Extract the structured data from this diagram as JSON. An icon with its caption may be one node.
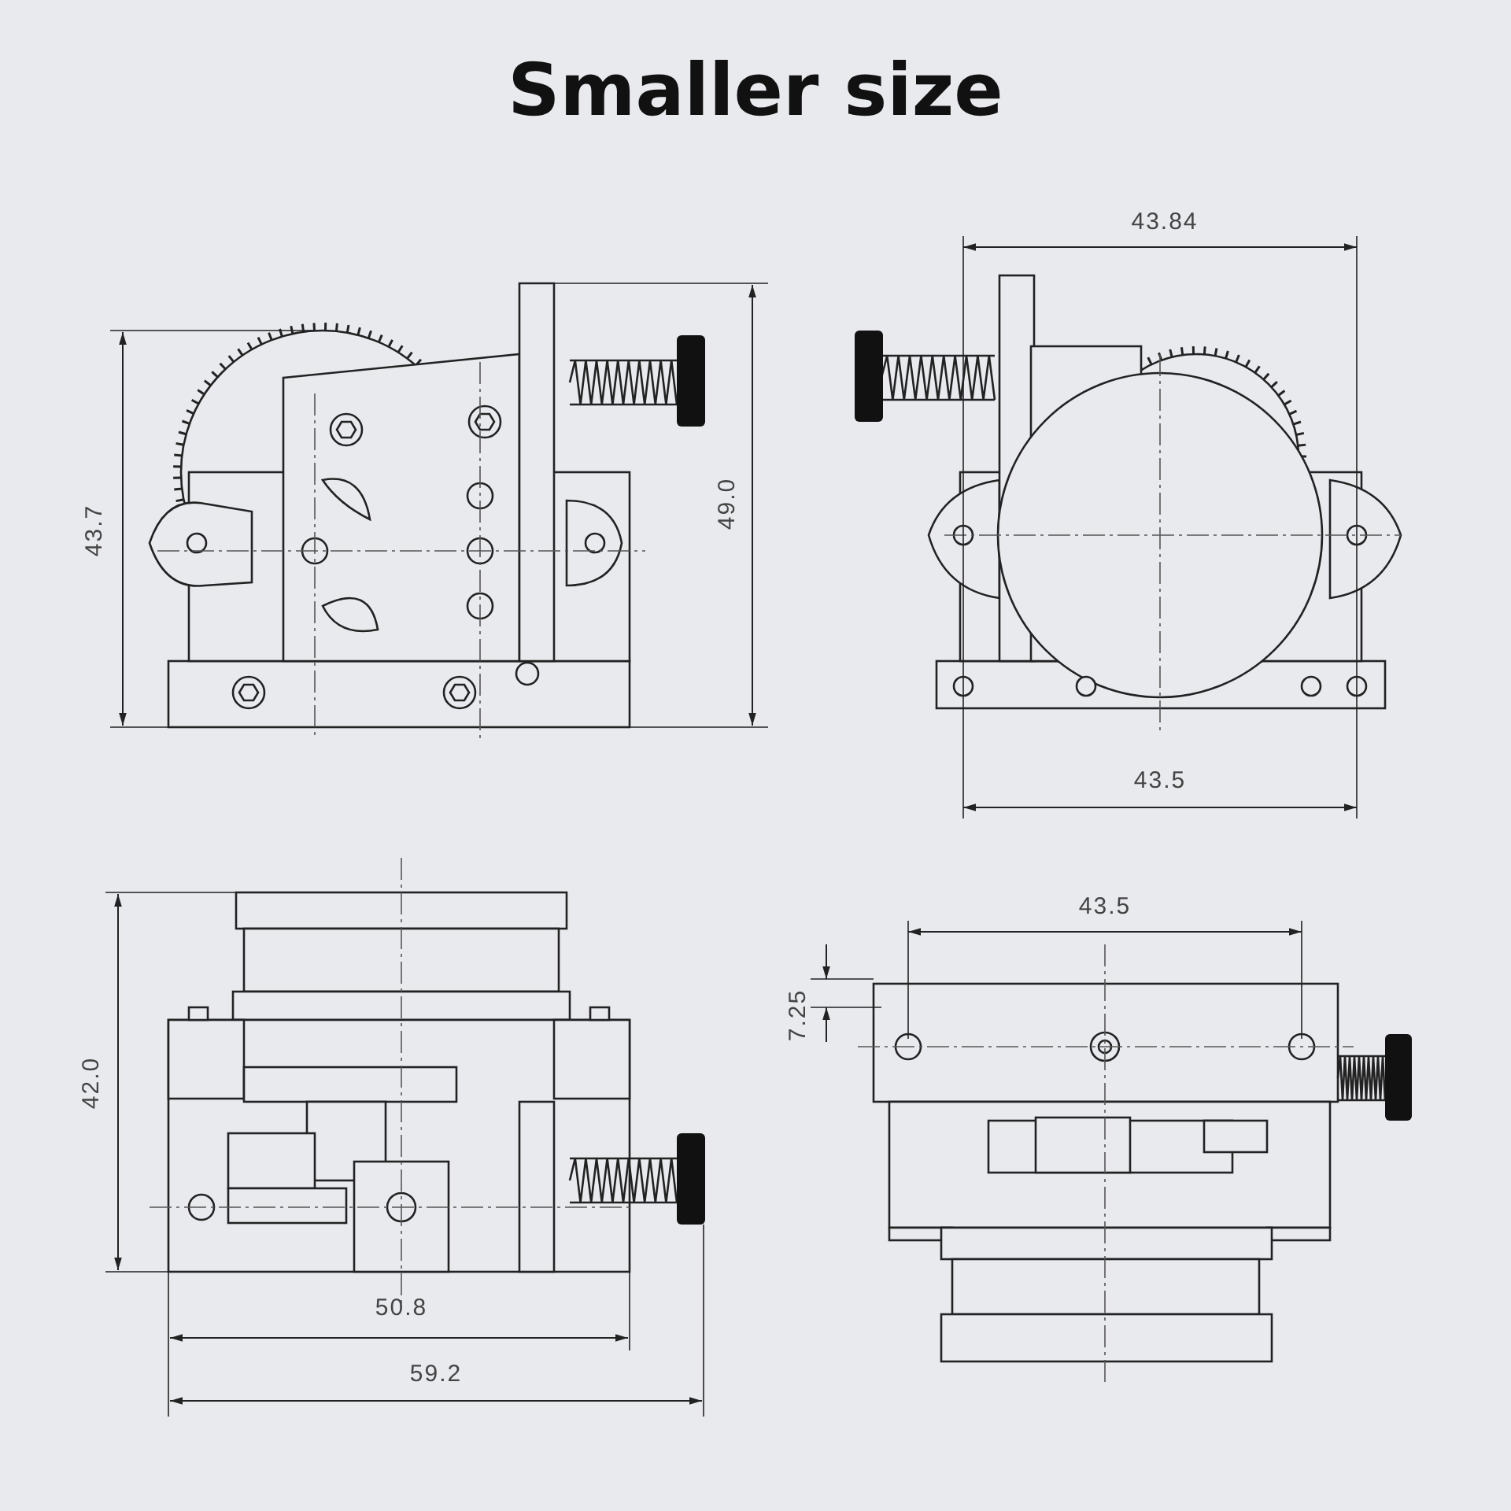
{
  "diagram": {
    "title": "Smaller size",
    "labels": [
      "43.84",
      "43.7",
      "49.0",
      "43.5",
      "43.5",
      "7.25",
      "42.0",
      "50.8",
      "59.2"
    ]
  }
}
